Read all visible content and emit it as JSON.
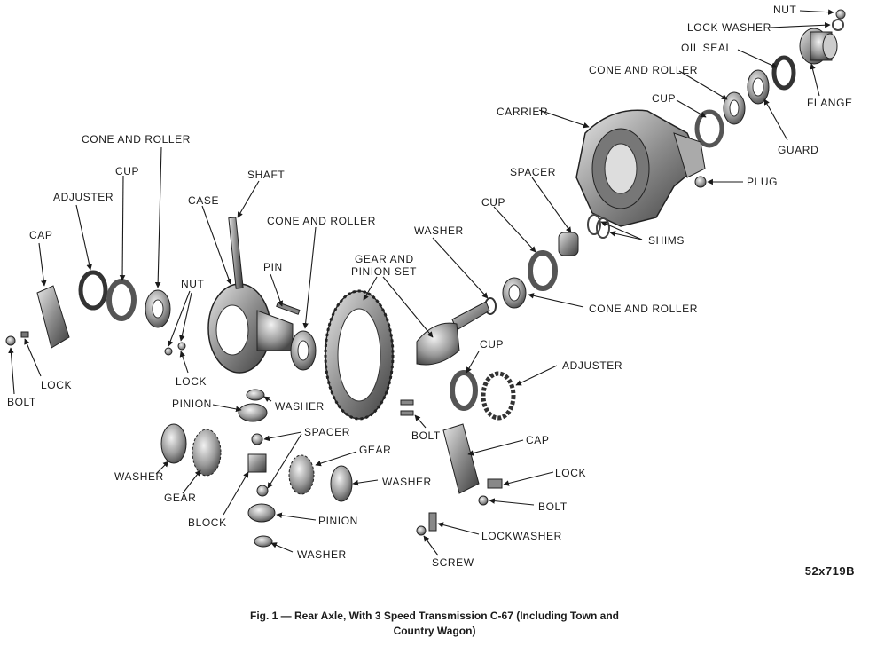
{
  "labels": {
    "nut_top": "NUT",
    "lock_washer": "LOCK WASHER",
    "oil_seal": "OIL SEAL",
    "flange": "FLANGE",
    "cone_roller_top": "CONE AND ROLLER",
    "cup_top": "CUP",
    "carrier": "CARRIER",
    "guard": "GUARD",
    "plug": "PLUG",
    "cone_roller_left": "CONE AND ROLLER",
    "cup_left": "CUP",
    "adjuster_left": "ADJUSTER",
    "shaft": "SHAFT",
    "case": "CASE",
    "cone_roller_mid": "CONE AND ROLLER",
    "spacer_top": "SPACER",
    "cup_mid": "CUP",
    "shims": "SHIMS",
    "washer_mid": "WASHER",
    "gear_pinion_1": "GEAR AND",
    "gear_pinion_2": "PINION SET",
    "cap_left": "CAP",
    "nut_left": "NUT",
    "pin": "PIN",
    "cone_roller_right": "CONE AND ROLLER",
    "bolt_left": "BOLT",
    "lock_left": "LOCK",
    "lock_center": "LOCK",
    "cup_right": "CUP",
    "adjuster_right": "ADJUSTER",
    "pinion_top": "PINION",
    "washer_small": "WASHER",
    "spacer_center": "SPACER",
    "bolt_center": "BOLT",
    "cap_right": "CAP",
    "washer_left": "WASHER",
    "gear_center": "GEAR",
    "gear_left": "GEAR",
    "washer_right": "WASHER",
    "lock_right": "LOCK",
    "block": "BLOCK",
    "bolt_right": "BOLT",
    "pinion_bottom": "PINION",
    "lockwasher": "LOCKWASHER",
    "washer_bottom": "WASHER",
    "screw": "SCREW"
  },
  "figure_ref": "52x719B",
  "caption": {
    "line1": "Fig. 1 — Rear Axle, With 3 Speed Transmission C-67 (Including Town and",
    "line2": "Country Wagon)"
  }
}
